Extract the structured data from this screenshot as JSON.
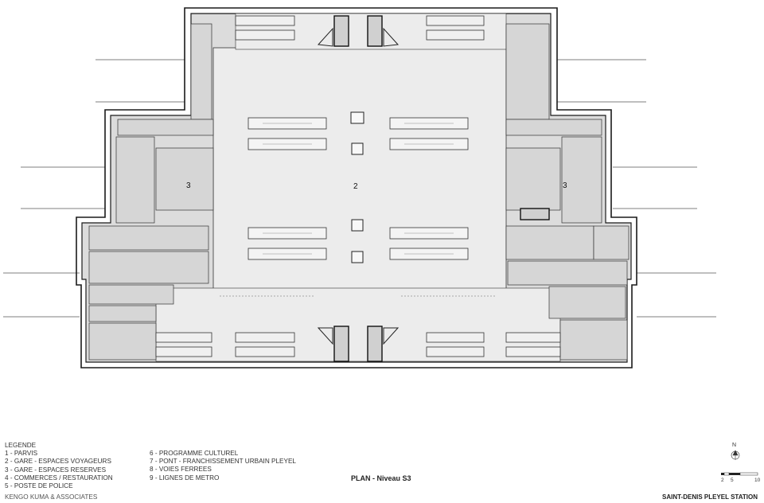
{
  "legend": {
    "heading": "LEGENDE",
    "items": [
      "1 - PARVIS",
      "2 - GARE - ESPACES VOYAGEURS",
      "3 - GARE - ESPACES RESERVES",
      "4 - COMMERCES / RESTAURATION",
      "5 - POSTE DE POLICE",
      "6 - PROGRAMME CULTUREL",
      "7 - PONT - FRANCHISSEMENT URBAIN PLEYEL",
      "8 - VOIES FERREES",
      "9 - LIGNES DE METRO"
    ]
  },
  "credit": "KENGO KUMA & ASSOCIATES",
  "plan_title": "PLAN - Niveau S3",
  "station_name": "SAINT-DENIS PLEYEL STATION",
  "north_label": "N",
  "scale": {
    "labels": [
      "2",
      "5",
      "10"
    ]
  },
  "rooms": {
    "central": "2",
    "left": "3",
    "right": "3"
  },
  "colors": {
    "hall_fill": "#ececec",
    "room_fill": "#d9d9d9",
    "wall": "#1a1a1a"
  }
}
